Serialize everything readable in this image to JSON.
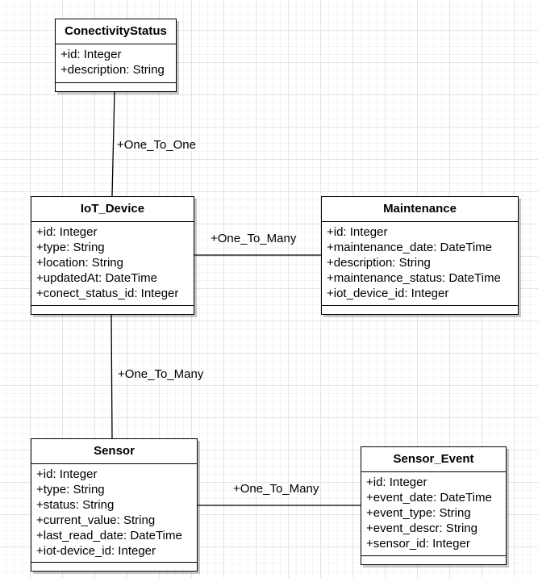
{
  "classes": {
    "connectivity_status": {
      "name": "ConectivityStatus",
      "attributes": [
        "+id: Integer",
        "+description: String"
      ]
    },
    "iot_device": {
      "name": "IoT_Device",
      "attributes": [
        "+id: Integer",
        "+type: String",
        "+location: String",
        "+updatedAt: DateTime",
        "+conect_status_id: Integer"
      ]
    },
    "maintenance": {
      "name": "Maintenance",
      "attributes": [
        "+id: Integer",
        "+maintenance_date: DateTime",
        "+description: String",
        "+maintenance_status: DateTime",
        "+iot_device_id: Integer"
      ]
    },
    "sensor": {
      "name": "Sensor",
      "attributes": [
        "+id: Integer",
        "+type: String",
        "+status: String",
        "+current_value: String",
        "+last_read_date: DateTime",
        "+iot-device_id: Integer"
      ]
    },
    "sensor_event": {
      "name": "Sensor_Event",
      "attributes": [
        "+id: Integer",
        "+event_date: DateTime",
        "+event_type: String",
        "+event_descr: String",
        "+sensor_id: Integer"
      ]
    }
  },
  "relations": {
    "status_device": "+One_To_One",
    "device_maintenance": "+One_To_Many",
    "device_sensor": "+One_To_Many",
    "sensor_event": "+One_To_Many"
  }
}
